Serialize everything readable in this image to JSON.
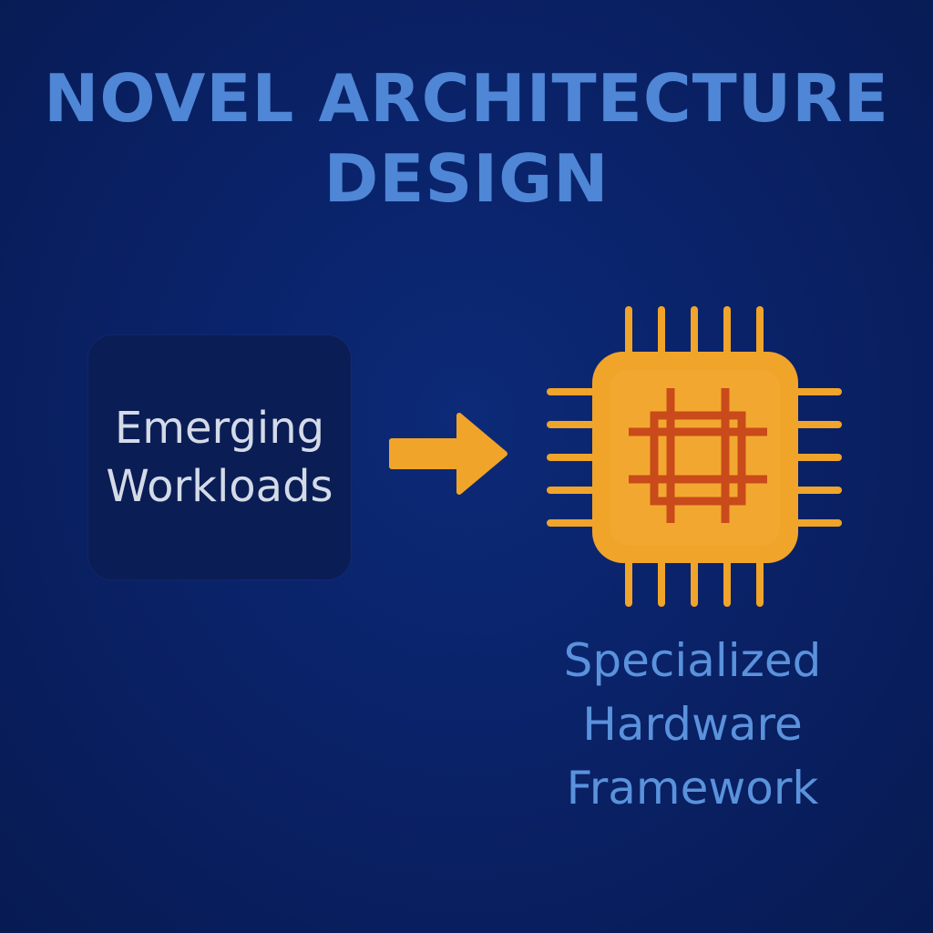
{
  "title": {
    "line1": "NOVEL ARCHITECTURE",
    "line2": "DESIGN"
  },
  "source": {
    "line1": "Emerging",
    "line2": "Workloads"
  },
  "target": {
    "line1": "Specialized",
    "line2": "Hardware",
    "line3": "Framework"
  },
  "icons": {
    "arrow": "right-arrow-icon",
    "chip": "microchip-icon"
  },
  "colors": {
    "background": "#0a2268",
    "title": "#4f86d6",
    "box": "#0b1d55",
    "box_text": "#d4dbe8",
    "accent": "#f0a42a",
    "chip_grid": "#c94a1a",
    "target_text": "#5a92dc"
  }
}
